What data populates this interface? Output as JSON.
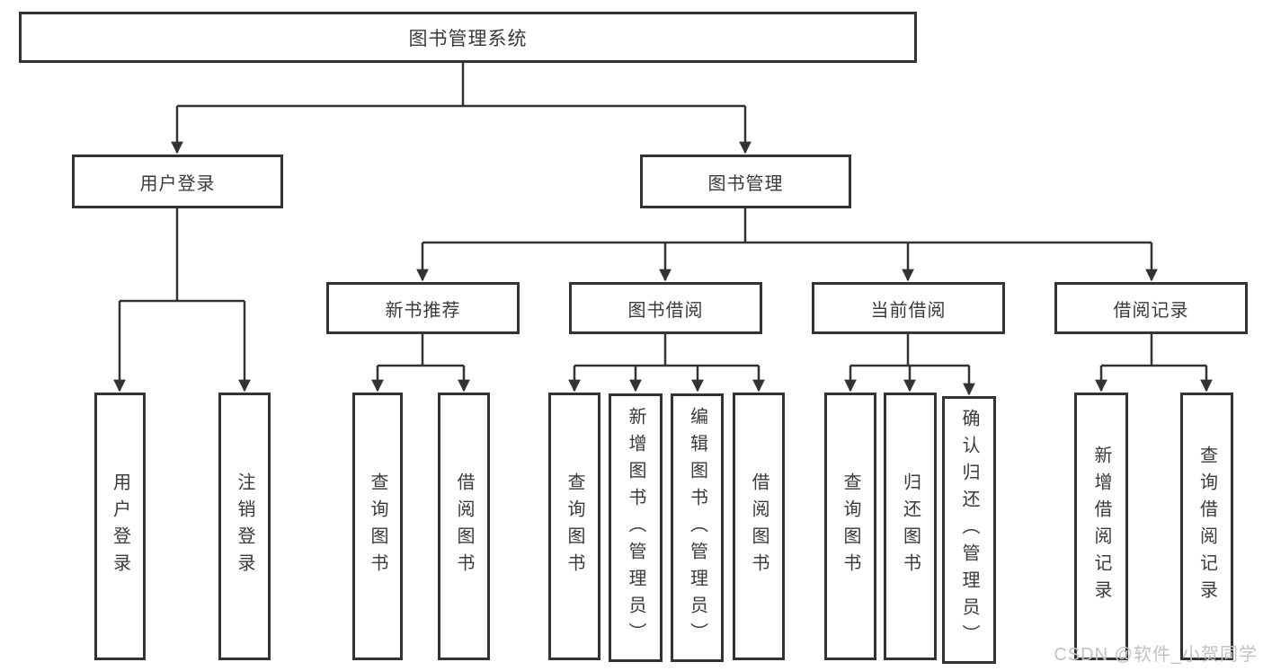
{
  "title": "图书管理系统",
  "tree": {
    "user_login": {
      "label": "用户登录",
      "children": [
        "用户登录",
        "注销登录"
      ]
    },
    "book_mgmt": {
      "label": "图书管理",
      "sections": {
        "new_book_rec": {
          "label": "新书推荐",
          "children": [
            "查询图书",
            "借阅图书"
          ]
        },
        "book_borrow": {
          "label": "图书借阅",
          "children": [
            "查询图书",
            "新增图书（管理员）",
            "编辑图书（管理员）",
            "借阅图书"
          ]
        },
        "current_borrow": {
          "label": "当前借阅",
          "children": [
            "查询图书",
            "归还图书",
            "确认归还（管理员）"
          ]
        },
        "borrow_records": {
          "label": "借阅记录",
          "children": [
            "新增借阅记录",
            "查询借阅记录"
          ]
        }
      }
    }
  },
  "watermark": {
    "text": "CSDN @软件_小贺同学"
  },
  "colors": {
    "line": "#333333",
    "border": "#333333",
    "text": "#3a3a3a",
    "watermark": "#c2c2c2",
    "background": "#ffffff"
  }
}
